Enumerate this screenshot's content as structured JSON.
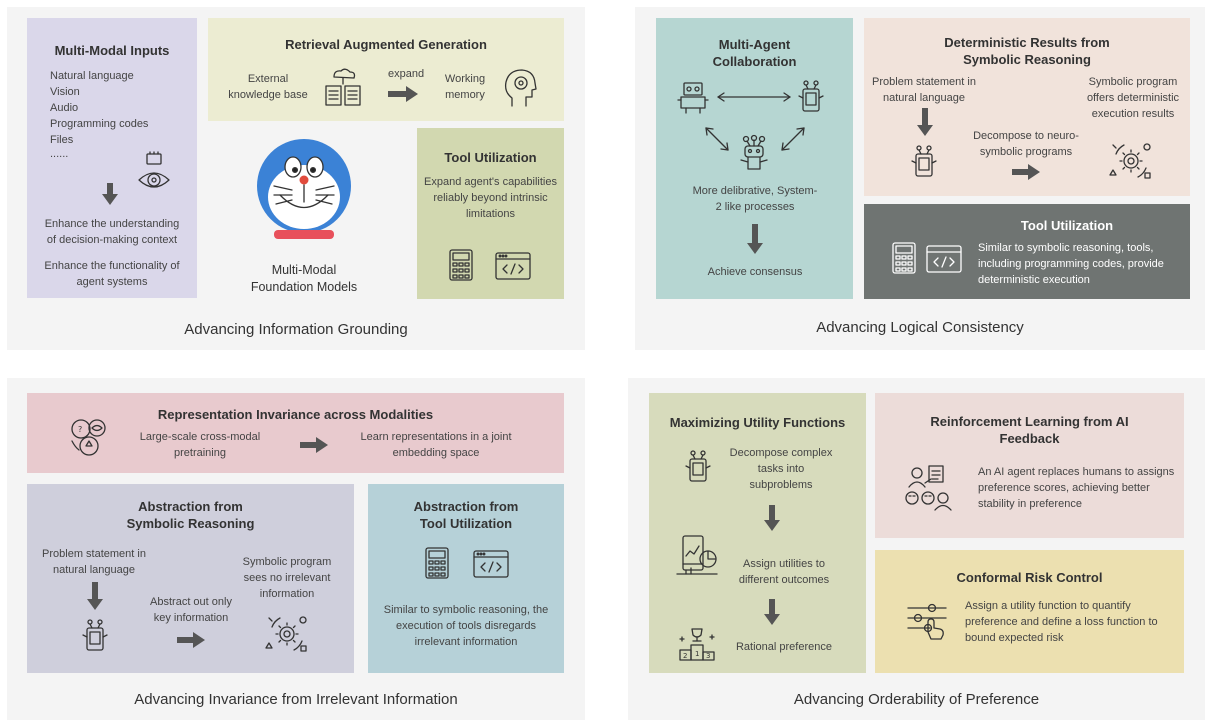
{
  "colors": {
    "panel_bg": "#f4f4f4",
    "lavender": "#dad7ea",
    "cream": "#ececd2",
    "olive": "#d2d8b0",
    "teal": "#b6d6d2",
    "peach": "#f1e3db",
    "slate": "#6f7472",
    "pink": "#e8cace",
    "grayblue": "#cfcfdc",
    "lightblue": "#b6d1d8",
    "sage": "#d7dbbc",
    "rose": "#ecdcd9",
    "mustard": "#ece0b0",
    "arrow": "#555555"
  },
  "q1": {
    "title": "Advancing Information Grounding",
    "mm": {
      "title": "Multi-Modal Inputs",
      "items": [
        "Natural language",
        "Vision",
        "Audio",
        "Programming codes",
        "Files",
        "......"
      ],
      "text1": "Enhance the understanding of decision-making context",
      "text2": "Enhance the functionality of agent systems"
    },
    "rag": {
      "title": "Retrieval Augmented Generation",
      "kb": "External knowledge base",
      "expand": "expand",
      "wm": "Working memory"
    },
    "tool": {
      "title": "Tool Utilization",
      "desc": "Expand agent's capabilities reliably beyond intrinsic limitations"
    },
    "model": "Multi-Modal Foundation Models"
  },
  "q2": {
    "title": "Advancing Logical Consistency",
    "ma": {
      "title": "Multi-Agent Collaboration",
      "text": "More delibrative, System-2 like processes",
      "consensus": "Achieve consensus"
    },
    "det": {
      "title": "Deterministic Results from Symbolic Reasoning",
      "problem": "Problem statement in natural language",
      "decompose": "Decompose to neuro-symbolic programs",
      "symbolic": "Symbolic program offers deterministic execution results"
    },
    "tool": {
      "title": "Tool Utilization",
      "desc": "Similar to symbolic reasoning, tools, including programming codes, provide deterministic execution"
    }
  },
  "q3": {
    "title": "Advancing Invariance from Irrelevant Information",
    "rep": {
      "title": "Representation Invariance across Modalities",
      "left": "Large-scale cross-modal pretraining",
      "right": "Learn representations in a joint embedding space"
    },
    "abs": {
      "title": "Abstraction from Symbolic Reasoning",
      "problem": "Problem statement in natural language",
      "abstract": "Abstract out only key information",
      "symbolic": "Symbolic program sees no irrelevant information"
    },
    "tool": {
      "title": "Abstraction from Tool Utilization",
      "desc": "Similar to symbolic reasoning, the execution of tools disregards irrelevant information"
    }
  },
  "q4": {
    "title": "Advancing Orderability of Preference",
    "max": {
      "title": "Maximizing Utility Functions",
      "step1": "Decompose complex tasks into subproblems",
      "step2": "Assign utilities to different outcomes",
      "step3": "Rational preference"
    },
    "rl": {
      "title": "Reinforcement Learning from AI Feedback",
      "desc": "An AI agent replaces humans to assigns preference scores, achieving better stability in preference"
    },
    "crc": {
      "title": "Conformal Risk Control",
      "desc": "Assign a utility function to quantify preference and define a loss function to bound expected risk"
    }
  }
}
